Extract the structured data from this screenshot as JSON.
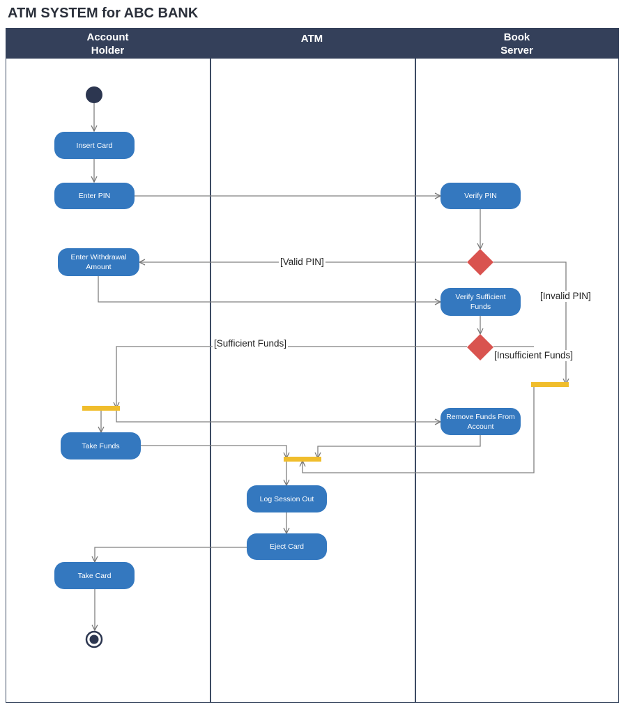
{
  "title": "ATM SYSTEM for ABC BANK",
  "lanes": [
    {
      "label": "Account\nHolder"
    },
    {
      "label": "ATM"
    },
    {
      "label": "Book\nServer"
    }
  ],
  "activities": {
    "insert_card": "Insert Card",
    "enter_pin": "Enter PIN",
    "verify_pin": "Verify PIN",
    "enter_withdrawal": "Enter Withdrawal Amount",
    "verify_funds": "Verify Sufficient Funds",
    "remove_funds": "Remove Funds From Account",
    "take_funds": "Take Funds",
    "log_out": "Log Session Out",
    "eject_card": "Eject Card",
    "take_card": "Take Card"
  },
  "guards": {
    "valid_pin": "[Valid PIN]",
    "invalid_pin": "[Invalid PIN]",
    "sufficient_funds": "[Sufficient Funds]",
    "insufficient_funds": "[Insufficient Funds]"
  },
  "colors": {
    "header": "#34405a",
    "activity": "#3478bf",
    "decision": "#d9534f",
    "fork_bar": "#f0bd2c",
    "node": "#2c3650"
  }
}
